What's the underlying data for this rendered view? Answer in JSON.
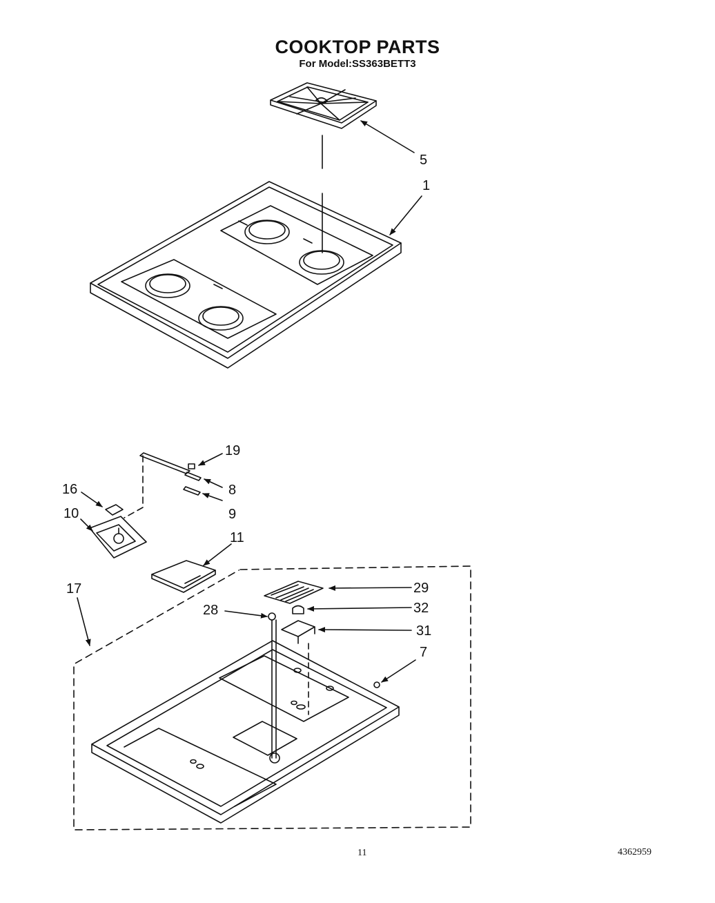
{
  "header": {
    "title": "COOKTOP PARTS",
    "model": "For Model:SS363BETT3"
  },
  "callouts": [
    {
      "id": "5",
      "label": "5"
    },
    {
      "id": "1",
      "label": "1"
    },
    {
      "id": "19",
      "label": "19"
    },
    {
      "id": "8",
      "label": "8"
    },
    {
      "id": "9",
      "label": "9"
    },
    {
      "id": "16",
      "label": "16"
    },
    {
      "id": "10",
      "label": "10"
    },
    {
      "id": "11",
      "label": "11"
    },
    {
      "id": "17",
      "label": "17"
    },
    {
      "id": "29",
      "label": "29"
    },
    {
      "id": "28",
      "label": "28"
    },
    {
      "id": "32",
      "label": "32"
    },
    {
      "id": "31",
      "label": "31"
    },
    {
      "id": "7",
      "label": "7"
    }
  ],
  "footer": {
    "page_number": "11",
    "document_number": "4362959"
  }
}
